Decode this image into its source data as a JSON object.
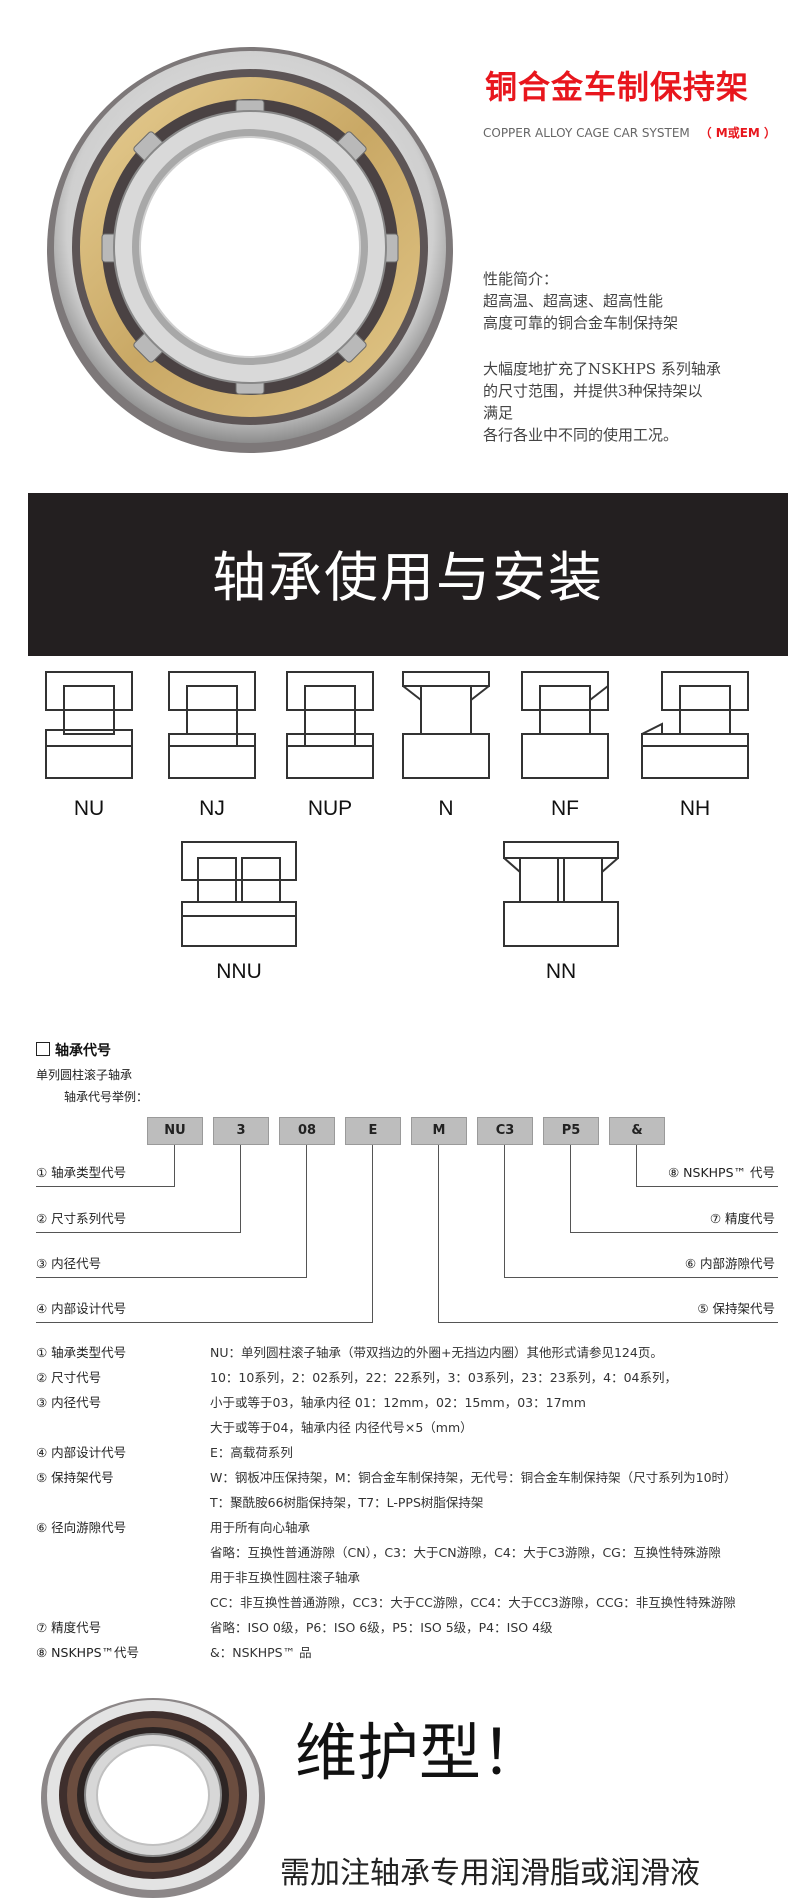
{
  "header": {
    "title": "铜合金车制保持架",
    "subtitle": "COPPER ALLOY CAGE CAR SYSTEM",
    "subtitle_tag": "（ M或EM ）",
    "desc_lines": [
      "性能简介：",
      "超高温、超高速、超高性能",
      "高度可靠的铜合金车制保持架",
      "大幅度地扩充了NSKHPS 系列轴承",
      "的尺寸范围，并提供3种保持架以",
      "满足",
      "各行各业中不同的使用工况。"
    ]
  },
  "banner": {
    "title": "轴承使用与安装"
  },
  "bearing_types": [
    "NU",
    "NJ",
    "NUP",
    "N",
    "NF",
    "NH",
    "NNU",
    "NN"
  ],
  "code": {
    "section_title": "轴承代号",
    "line1": "单列圆柱滚子轴承",
    "line2": "轴承代号举例：",
    "boxes": [
      "NU",
      "3",
      "08",
      "E",
      "M",
      "C3",
      "P5",
      "&"
    ],
    "left_items": [
      "① 轴承类型代号",
      "② 尺寸系列代号",
      "③ 内径代号",
      "④ 内部设计代号"
    ],
    "right_items": [
      "⑧ NSKHPS™ 代号",
      "⑦ 精度代号",
      "⑥ 内部游隙代号",
      "⑤ 保持架代号"
    ]
  },
  "definitions": [
    {
      "name": "① 轴承类型代号",
      "lines": [
        "NU：单列圆柱滚子轴承（带双挡边的外圈+无挡边内圈）其他形式请参见124页。"
      ]
    },
    {
      "name": "② 尺寸代号",
      "lines": [
        "10：10系列，2：02系列，22：22系列，3：03系列，23：23系列，4：04系列，"
      ]
    },
    {
      "name": "③ 内径代号",
      "lines": [
        "小于或等于03，轴承内径 01：12mm，02：15mm，03：17mm",
        "大于或等于04，轴承内径 内径代号×5（mm）"
      ]
    },
    {
      "name": "④ 内部设计代号",
      "lines": [
        "E：高载荷系列"
      ]
    },
    {
      "name": "⑤ 保持架代号",
      "lines": [
        "W：钢板冲压保持架，M：铜合金车制保持架，无代号：铜合金车制保持架（尺寸系列为10时）",
        "T：聚酰胺66树脂保持架，T7：L-PPS树脂保持架"
      ]
    },
    {
      "name": "⑥ 径向游隙代号",
      "lines": [
        "用于所有向心轴承",
        "省略：互换性普通游隙（CN），C3：大于CN游隙，C4：大于C3游隙，CG：互换性特殊游隙",
        "用于非互换性圆柱滚子轴承",
        "CC：非互换性普通游隙，CC3：大于CC游隙，CC4：大于CC3游隙，CCG：非互换性特殊游隙"
      ]
    },
    {
      "name": "⑦ 精度代号",
      "lines": [
        "省略：ISO 0级，P6：ISO 6级，P5：ISO 5级，P4：ISO 4级"
      ]
    },
    {
      "name": "⑧ NSKHPS™代号",
      "lines": [
        "&：NSKHPS™ 品"
      ]
    }
  ],
  "footer": {
    "title": "维护型！",
    "note": "需加注轴承专用润滑脂或润滑液"
  }
}
